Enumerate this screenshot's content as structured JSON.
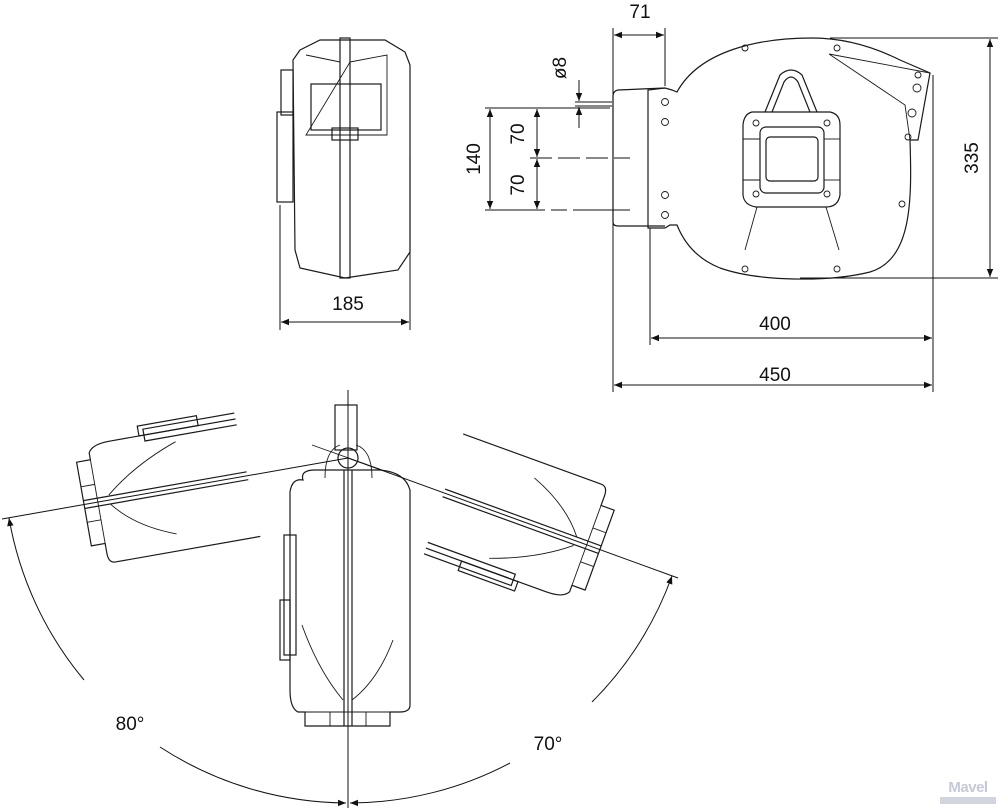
{
  "drawing": {
    "side_view": {
      "width_label": "185"
    },
    "front_view": {
      "bracket_depth_label": "71",
      "hole_diameter_label": "ø8",
      "hole_spacing_total_label": "140",
      "hole_spacing_upper_label": "70",
      "hole_spacing_lower_label": "70",
      "height_label": "335",
      "body_width_label": "400",
      "overall_width_label": "450"
    },
    "swivel_view": {
      "left_angle_label": "80°",
      "right_angle_label": "70°",
      "left_angle_deg": 80,
      "right_angle_deg": 70
    }
  },
  "logo": {
    "text": "Mavel"
  }
}
